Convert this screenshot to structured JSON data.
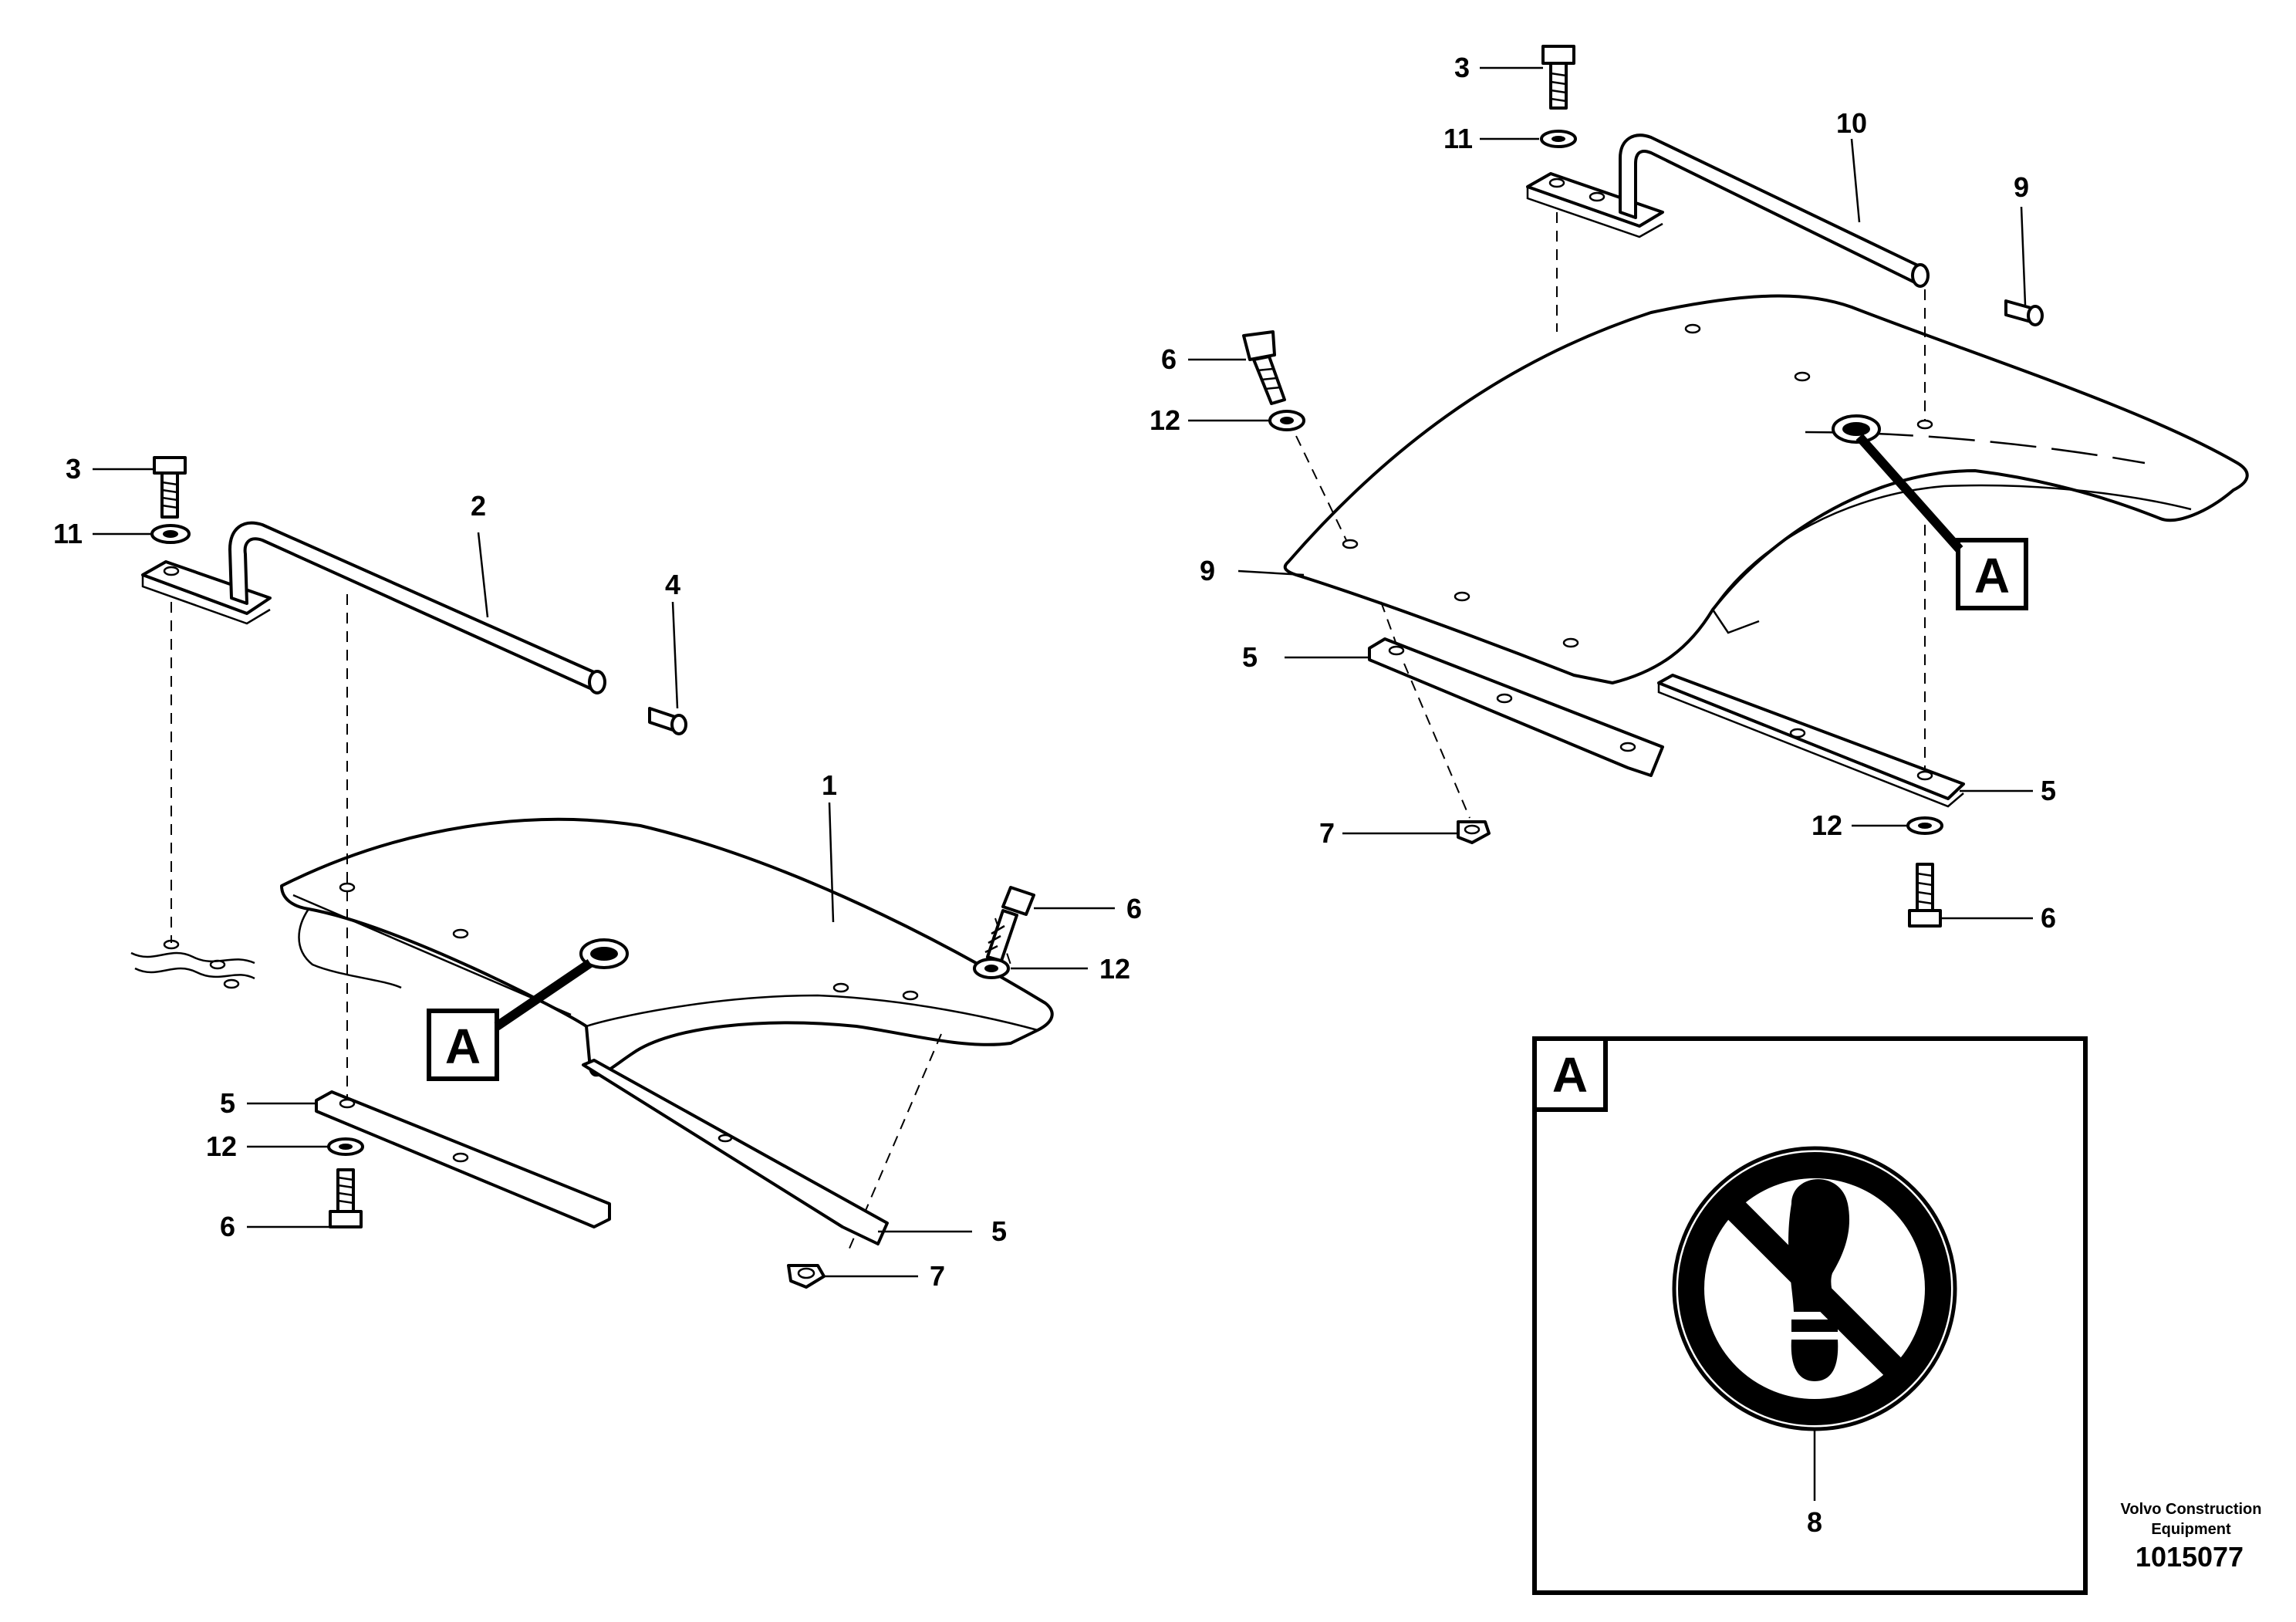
{
  "labels": {
    "l1": "1",
    "l2": "2",
    "l3a": "3",
    "l3b": "3",
    "l4": "4",
    "l5a": "5",
    "l5b": "5",
    "l5c": "5",
    "l5d": "5",
    "l6a": "6",
    "l6b": "6",
    "l6c": "6",
    "l6d": "6",
    "l7a": "7",
    "l7b": "7",
    "l8": "8",
    "l9a": "9",
    "l9b": "9",
    "l10": "10",
    "l11a": "11",
    "l11b": "11",
    "l12a": "12",
    "l12b": "12",
    "l12c": "12",
    "l12d": "12"
  },
  "callouts": {
    "left": "A",
    "right": "A",
    "detail": "A"
  },
  "detail": {
    "symbol": "no-step-sign-icon"
  },
  "footer": {
    "brand_line1": "Volvo Construction",
    "brand_line2": "Equipment",
    "drawing_number": "1015077"
  }
}
